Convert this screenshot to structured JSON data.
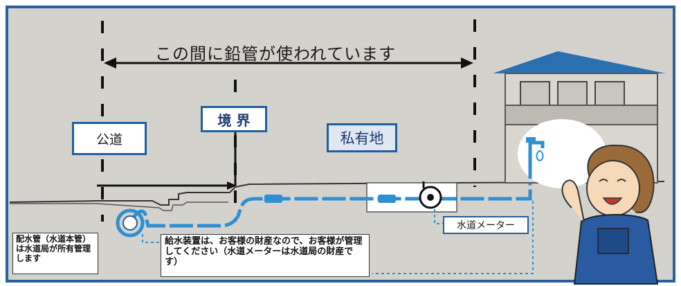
{
  "title": "この間に鉛管が使われています",
  "labels": {
    "public_road": "公道",
    "boundary": "境 界",
    "private_land": "私有地",
    "water_meter": "水道メーター"
  },
  "notes": {
    "distribution_pipe": "配水管（水道本管）は水道局が所有管理します",
    "service_equipment": "給水装置は、お客様の財産なので、お客様が管理してください（水道メーターは水道局の財産です）"
  },
  "colors": {
    "background": "#d4d2cc",
    "pipe": "#2f8fd0",
    "label_border": "#1f5fa0",
    "house_roof": "#2a6fb0",
    "frame": "#2a5fa0"
  }
}
